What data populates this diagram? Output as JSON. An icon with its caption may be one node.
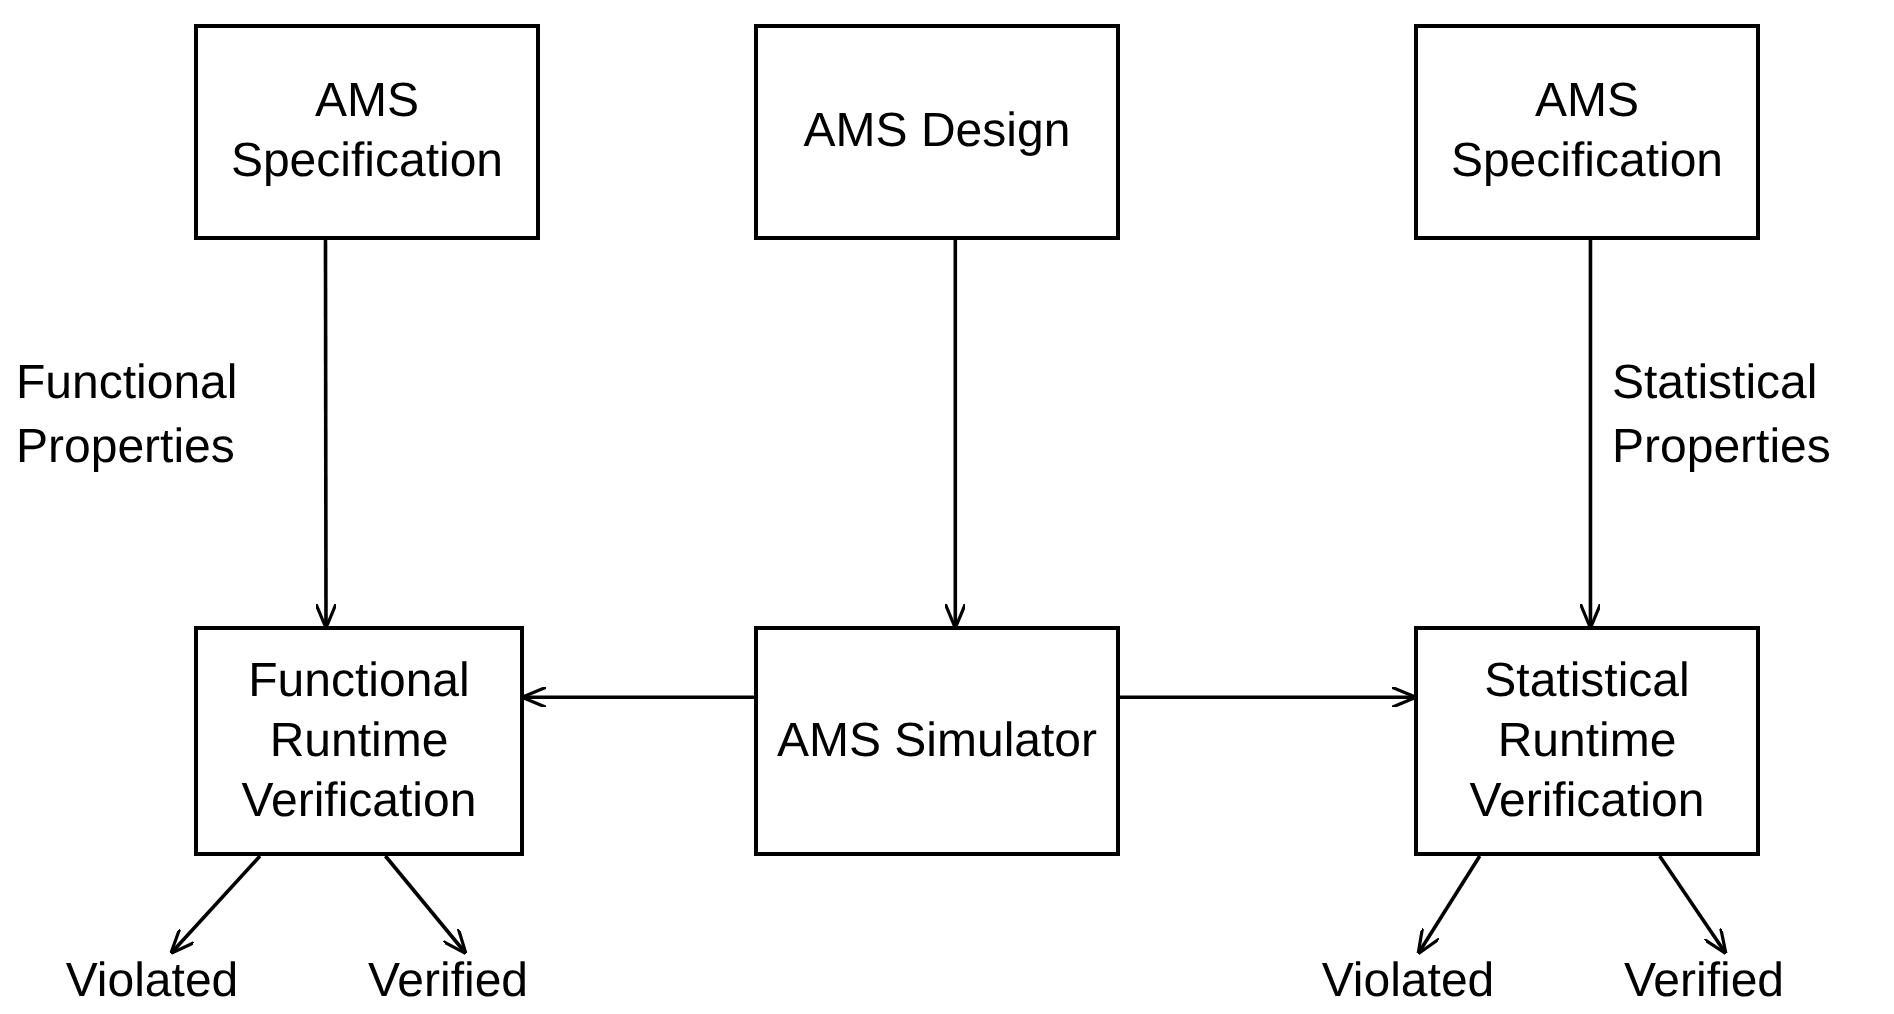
{
  "diagram": {
    "nodes": [
      {
        "text": [
          "AMS Specification"
        ]
      },
      {
        "text": [
          "AMS Design"
        ]
      },
      {
        "text": [
          "AMS Specification"
        ]
      },
      {
        "text": [
          "Functional Runtime Verification"
        ]
      },
      {
        "text": [
          "AMS Simulator"
        ]
      },
      {
        "text": [
          "Statistical Runtime Verification"
        ]
      },
      {
        "text": [
          "Violated"
        ]
      },
      {
        "text": [
          "Verified"
        ]
      },
      {
        "text": [
          "Violated"
        ]
      },
      {
        "text": [
          "Verified"
        ]
      }
    ],
    "edges": [
      {
        "from": 0,
        "to": 3,
        "arrow": "to",
        "label": "Functional Properties"
      },
      {
        "from": 1,
        "to": 4,
        "arrow": "to"
      },
      {
        "from": 2,
        "to": 5,
        "arrow": "to",
        "label": "Statistical Properties"
      },
      {
        "from": 4,
        "to": 3,
        "arrow": "to"
      },
      {
        "from": 4,
        "to": 5,
        "arrow": "to"
      },
      {
        "from": 3,
        "to": 6,
        "arrow": "to"
      },
      {
        "from": 3,
        "to": 7,
        "arrow": "to"
      },
      {
        "from": 5,
        "to": 8,
        "arrow": "to"
      },
      {
        "from": 5,
        "to": 9,
        "arrow": "to"
      }
    ]
  }
}
